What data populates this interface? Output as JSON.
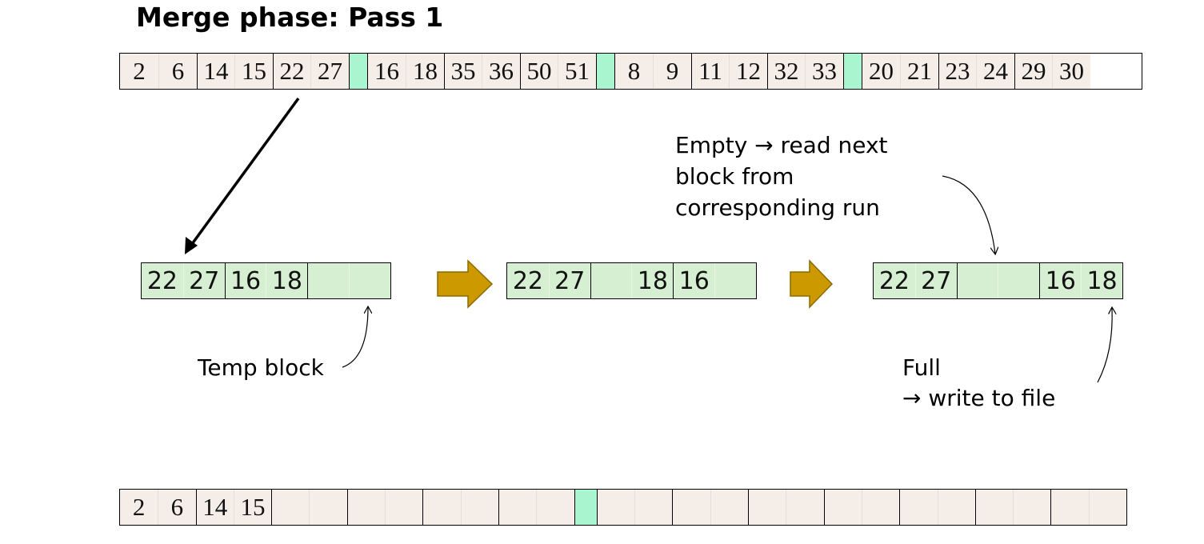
{
  "title": "Merge phase: Pass 1",
  "input_file": [
    {
      "kind": "pink",
      "values": [
        "2",
        "6",
        "14",
        "15",
        "22",
        "27"
      ]
    },
    {
      "kind": "pink",
      "values": [
        "16",
        "18",
        "35",
        "36",
        "50",
        "51"
      ]
    },
    {
      "kind": "pink",
      "values": [
        "8",
        "9",
        "11",
        "12",
        "32",
        "33"
      ]
    },
    {
      "kind": "pink",
      "values": [
        "20",
        "21",
        "23",
        "24",
        "29",
        "30"
      ]
    }
  ],
  "temp_blocks": [
    [
      "22",
      "27",
      "16",
      "18",
      "",
      ""
    ],
    [
      "22",
      "27",
      "",
      "18",
      "16",
      ""
    ],
    [
      "22",
      "27",
      "",
      "",
      "16",
      "18"
    ]
  ],
  "output_file": [
    "2",
    "6",
    "14",
    "15",
    "",
    "",
    "",
    "",
    "",
    "",
    "",
    "",
    "",
    "",
    "",
    "",
    "",
    "",
    "",
    "",
    "",
    "",
    "",
    "",
    "",
    ""
  ],
  "labels": {
    "temp_block": "Temp block",
    "empty_line1": "Empty → read next",
    "empty_line2": "block from",
    "empty_line3": "corresponding run",
    "full_line1": "Full",
    "full_line2": "→ write to file"
  },
  "colors": {
    "page_cell": "#f5ede8",
    "separator": "#a8f5cf",
    "temp_block": "#d6efd2",
    "arrow_fill": "#cc9900",
    "arrow_stroke": "#8a6a00"
  }
}
